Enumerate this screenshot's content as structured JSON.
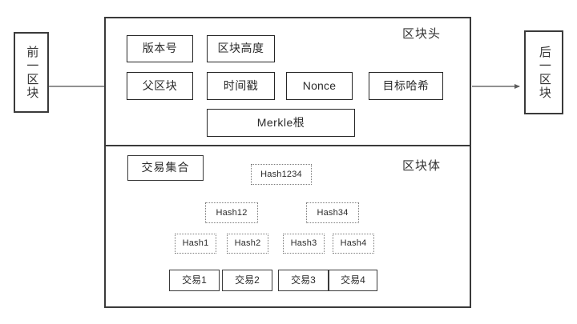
{
  "diagram": {
    "title_left": "前一区块",
    "title_right": "后一区块",
    "header_label": "区块头",
    "body_label": "区块体"
  },
  "header_fields": [
    {
      "key": "version",
      "label": "版本号"
    },
    {
      "key": "block_height",
      "label": "区块高度"
    },
    {
      "key": "parent_block",
      "label": "父区块"
    },
    {
      "key": "timestamp",
      "label": "时间戳"
    },
    {
      "key": "nonce",
      "label": "Nonce"
    },
    {
      "key": "target_hash",
      "label": "目标哈希"
    },
    {
      "key": "merkle_root",
      "label": "Merkle根"
    }
  ],
  "body": {
    "tx_set_label": "交易集合",
    "merkle_tree": {
      "root": "Hash1234",
      "level2": [
        "Hash12",
        "Hash34"
      ],
      "leaves": [
        "Hash1",
        "Hash2",
        "Hash3",
        "Hash4"
      ],
      "transactions": [
        "交易1",
        "交易2",
        "交易3",
        "交易4"
      ]
    }
  },
  "colors": {
    "border_strong": "#3a3a3a",
    "border_field": "#262626",
    "border_dotted": "#7b7b7b",
    "connector": "#6d6d6d",
    "text": "#2b2b2b",
    "background": "#ffffff"
  }
}
